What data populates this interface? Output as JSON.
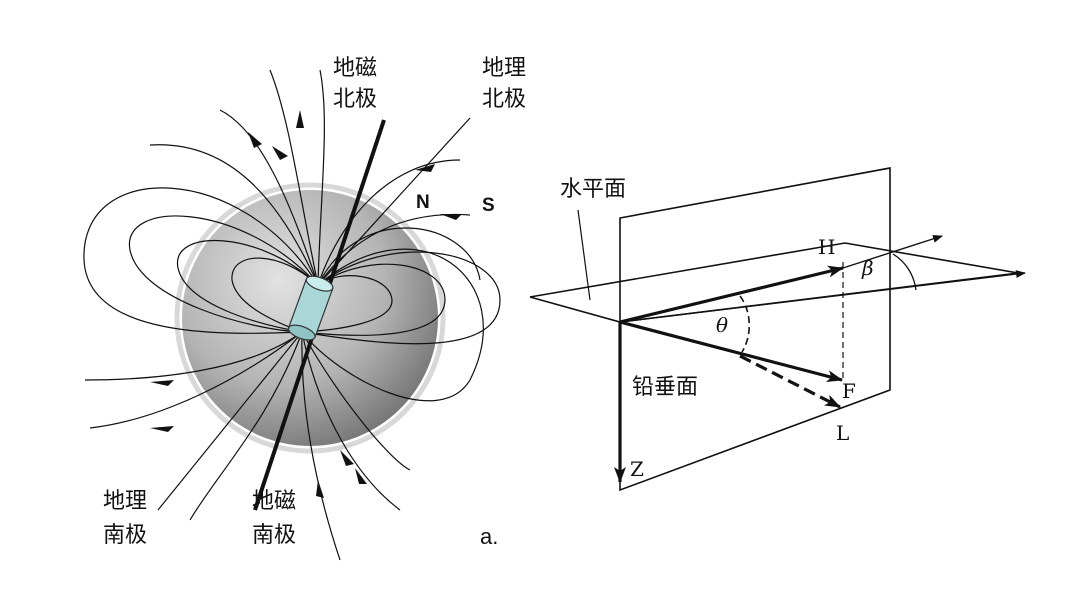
{
  "diagram_a": {
    "geomagnetic_north_pole": [
      "地磁",
      "北极"
    ],
    "geographic_north_pole": [
      "地理",
      "北极"
    ],
    "geographic_south_pole": [
      "地理",
      "南极"
    ],
    "geomagnetic_south_pole": [
      "地磁",
      "南极"
    ],
    "compass_n": "N",
    "compass_s": "S",
    "panel_label": "a."
  },
  "diagram_b": {
    "horizontal_plane": "水平面",
    "vertical_plane": "铅垂面",
    "vector_h": "H",
    "vector_f": "F",
    "vector_l": "L",
    "vector_z": "Z",
    "angle_theta": "θ",
    "angle_beta": "β"
  },
  "colors": {
    "earth_light": "#d4d4d4",
    "earth_dark": "#6e6e6e",
    "magnet": "#a9d6d6",
    "line": "#111111"
  }
}
